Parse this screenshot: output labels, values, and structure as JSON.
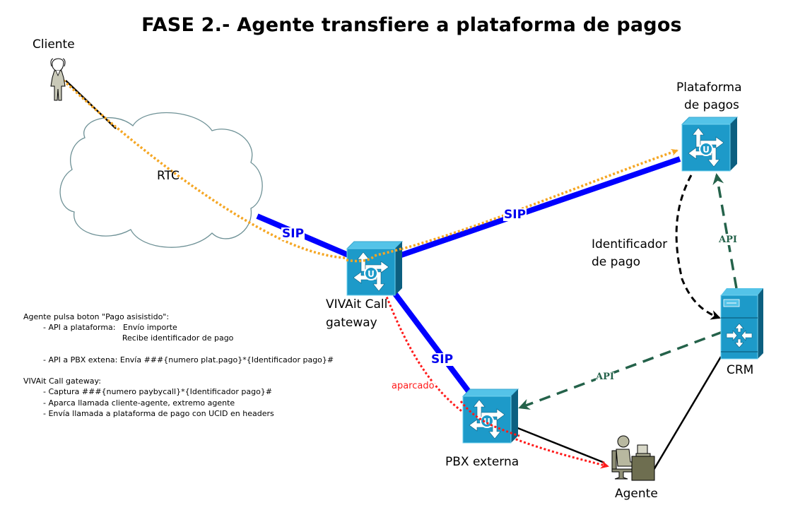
{
  "title": "FASE 2.- Agente transfiere  a plataforma de pagos",
  "nodes": {
    "cliente": {
      "label": "Cliente"
    },
    "rtc": {
      "label": "RTC"
    },
    "gateway": {
      "label_line1": "VIVAit Call",
      "label_line2": "gateway"
    },
    "plataforma": {
      "label_line1": "Plataforma",
      "label_line2": "de pagos"
    },
    "crm": {
      "label": "CRM"
    },
    "pbx": {
      "label": "PBX externa"
    },
    "agente": {
      "label": "Agente"
    }
  },
  "links": {
    "sip_rtc_gateway": "SIP",
    "sip_gateway_plataforma": "SIP",
    "sip_gateway_pbx": "SIP",
    "api_crm_plataforma": "API",
    "api_crm_pbx": "API",
    "identificador_line1": "Identificador",
    "identificador_line2": "de pago",
    "aparcado": "aparcado"
  },
  "colors": {
    "sip_link": "#0000ff",
    "call_path": "#f5a623",
    "api_link": "#24624a",
    "parked_path": "#ff1a1a",
    "device_face": "#1d9ac9",
    "device_side": "#0c5f80",
    "device_top": "#54c3e8"
  },
  "notes": {
    "lines": [
      "Agente pulsa boton \"Pago asisistido\":",
      "        - API a plataforma:   Envío importe",
      "                                        Recibe identificador de pago",
      "",
      "        - API a PBX extena: Envía ###{numero plat.pago}*{Identificador pago}#",
      "",
      "VIVAit Call gateway:",
      "        - Captura ###{numero paybycall}*{Identificador pago}#",
      "        - Aparca llamada cliente-agente, extremo agente",
      "        - Envía llamada a plataforma de pago con UCID en headers"
    ]
  }
}
